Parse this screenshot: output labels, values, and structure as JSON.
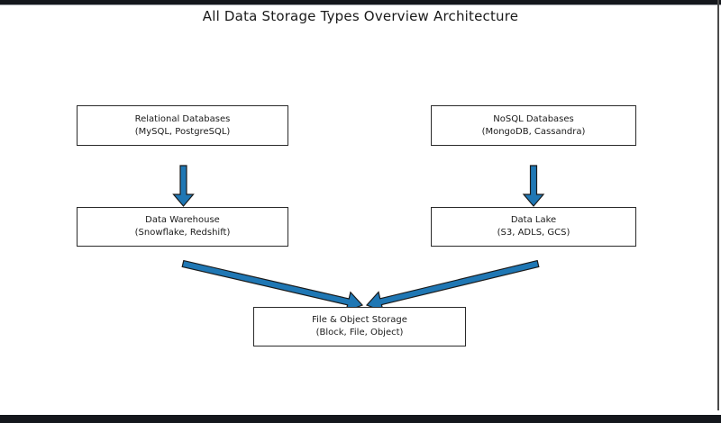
{
  "title": "All Data Storage Types Overview Architecture",
  "colors": {
    "arrow_fill": "#1f77b4",
    "arrow_stroke": "#1a1a1a",
    "box_border": "#2a2a2a",
    "frame_bar": "#14171c"
  },
  "nodes": {
    "relational": {
      "label": "Relational Databases",
      "sublabel": "(MySQL, PostgreSQL)"
    },
    "nosql": {
      "label": "NoSQL Databases",
      "sublabel": "(MongoDB, Cassandra)"
    },
    "warehouse": {
      "label": "Data Warehouse",
      "sublabel": "(Snowflake, Redshift)"
    },
    "lake": {
      "label": "Data Lake",
      "sublabel": "(S3, ADLS, GCS)"
    },
    "storage": {
      "label": "File & Object Storage",
      "sublabel": "(Block, File, Object)"
    }
  },
  "edges": [
    {
      "from": "Relational Databases",
      "to": "Data Warehouse"
    },
    {
      "from": "NoSQL Databases",
      "to": "Data Lake"
    },
    {
      "from": "Data Warehouse",
      "to": "File & Object Storage"
    },
    {
      "from": "Data Lake",
      "to": "File & Object Storage"
    }
  ]
}
